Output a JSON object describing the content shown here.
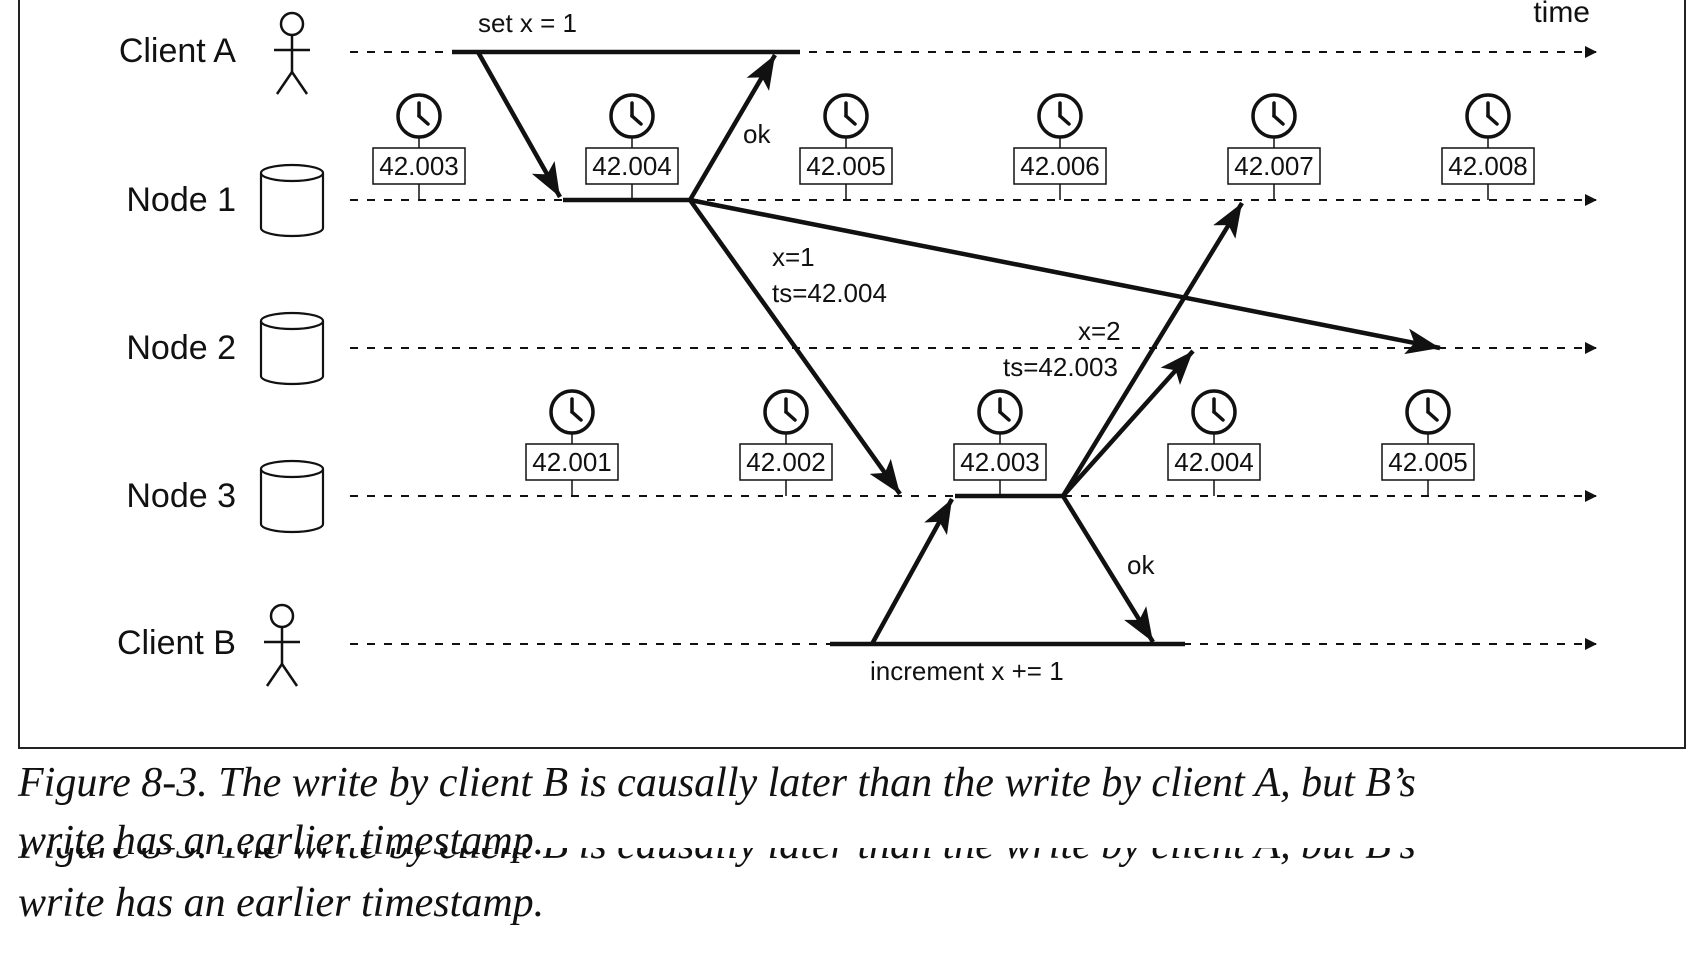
{
  "diagram": {
    "time_label": "time",
    "lanes": [
      {
        "id": "client-a",
        "label": "Client A",
        "kind": "client"
      },
      {
        "id": "node-1",
        "label": "Node 1",
        "kind": "node"
      },
      {
        "id": "node-2",
        "label": "Node 2",
        "kind": "node"
      },
      {
        "id": "node-3",
        "label": "Node 3",
        "kind": "node"
      },
      {
        "id": "client-b",
        "label": "Client B",
        "kind": "client"
      }
    ],
    "node1_clock_times": [
      "42.003",
      "42.004",
      "42.005",
      "42.006",
      "42.007",
      "42.008"
    ],
    "node3_clock_times": [
      "42.001",
      "42.002",
      "42.003",
      "42.004",
      "42.005"
    ],
    "messages": {
      "set_x": "set x = 1",
      "ok_a": "ok",
      "x1_value": "x=1",
      "x1_ts": "ts=42.004",
      "x2_value": "x=2",
      "x2_ts": "ts=42.003",
      "ok_b": "ok",
      "increment": "increment x += 1"
    },
    "icons": [
      "person-icon",
      "database-icon",
      "clock-icon",
      "arrow-head-icon"
    ]
  },
  "caption": {
    "line1": "Figure 8-3. The write by client B is causally later than the write by client A, but B’s",
    "line2": "write has an earlier timestamp."
  }
}
